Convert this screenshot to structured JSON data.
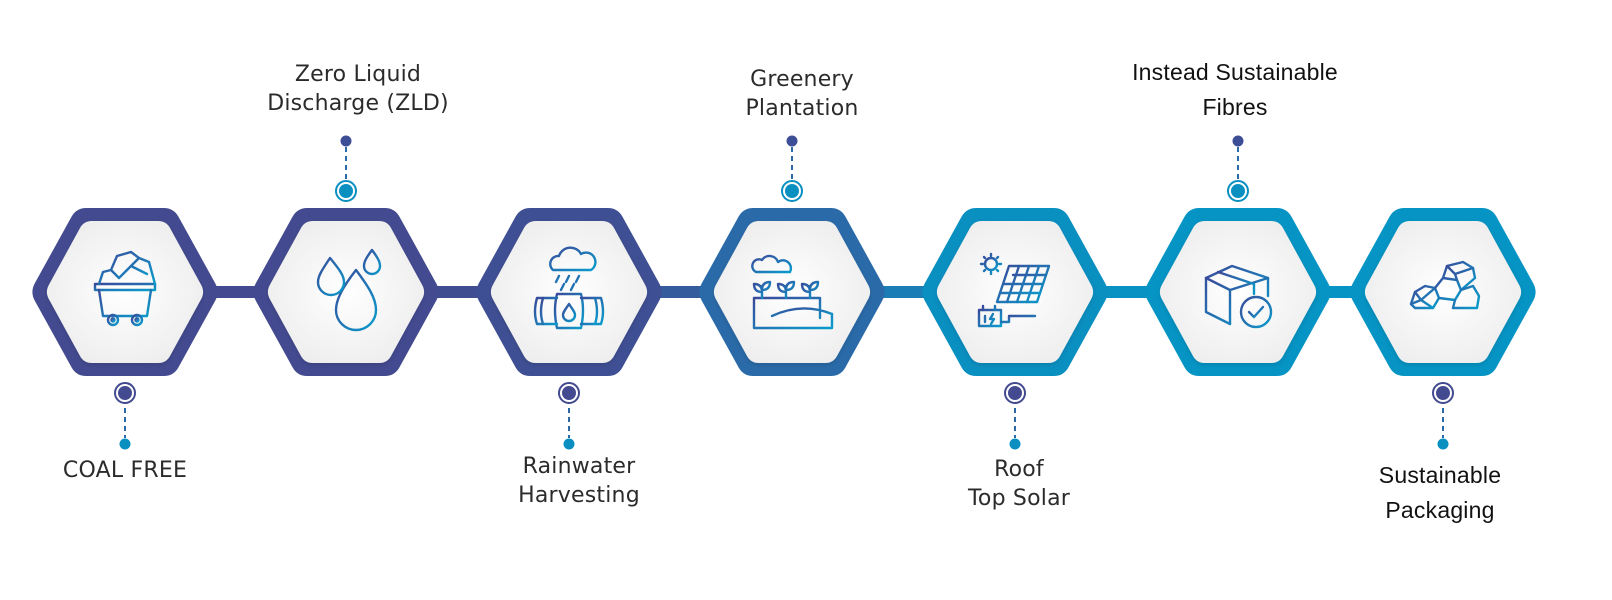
{
  "diagram": {
    "title": "Sustainability initiatives",
    "colors": {
      "start": "#434a8f",
      "mid": "#2a6fae",
      "end": "#0594c4",
      "connector_start": "#3d4e96",
      "connector_end": "#0596c6",
      "text": "#2b2b2b"
    },
    "items": [
      {
        "id": "coal-free",
        "label_lines": [
          "COAL FREE"
        ],
        "label_position": "bottom",
        "icon": "coal-cart-icon"
      },
      {
        "id": "zld",
        "label_lines": [
          "Zero Liquid",
          "Discharge (ZLD)"
        ],
        "label_position": "top",
        "icon": "water-drops-icon"
      },
      {
        "id": "rainwater",
        "label_lines": [
          "Rainwater",
          "Harvesting"
        ],
        "label_position": "bottom",
        "icon": "rain-barrel-icon"
      },
      {
        "id": "greenery",
        "label_lines": [
          "Greenery",
          "Plantation"
        ],
        "label_position": "top",
        "icon": "plantation-icon"
      },
      {
        "id": "solar",
        "label_lines": [
          "Roof",
          "Top Solar"
        ],
        "label_position": "bottom",
        "icon": "solar-panel-icon"
      },
      {
        "id": "fibres",
        "label_lines": [
          "Instead Sustainable",
          "Fibres"
        ],
        "label_position": "top",
        "icon": "box-check-icon"
      },
      {
        "id": "packaging",
        "label_lines": [
          "Sustainable",
          "Packaging"
        ],
        "label_position": "bottom",
        "icon": "stones-icon"
      }
    ]
  }
}
